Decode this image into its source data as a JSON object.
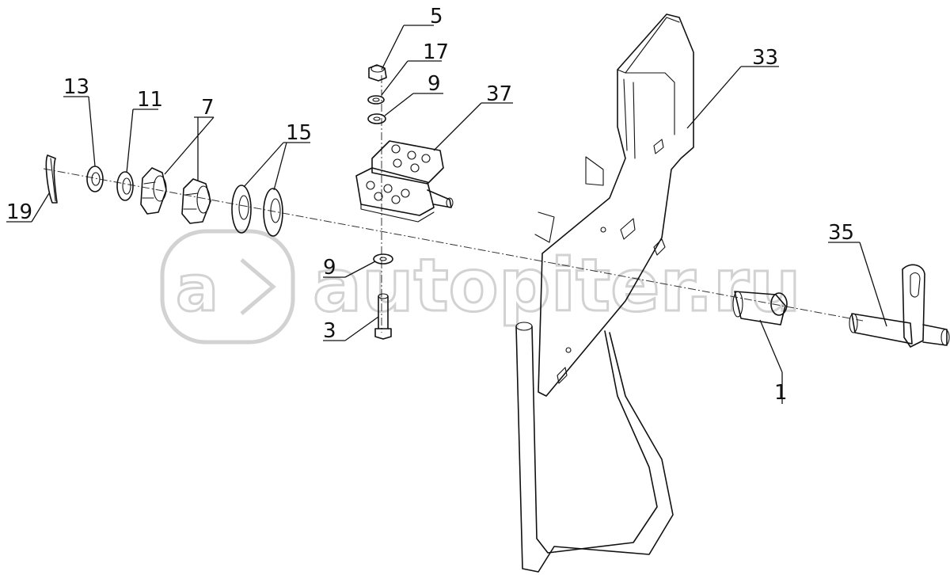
{
  "diagram": {
    "callouts": [
      "5",
      "17",
      "9",
      "37",
      "33",
      "13",
      "11",
      "7",
      "15",
      "19",
      "9",
      "3",
      "1",
      "35"
    ]
  },
  "watermark": {
    "text": "autopiter.ru"
  },
  "colors": {
    "line": "#111111",
    "watermark": "#d2d2d2",
    "background": "#ffffff"
  }
}
